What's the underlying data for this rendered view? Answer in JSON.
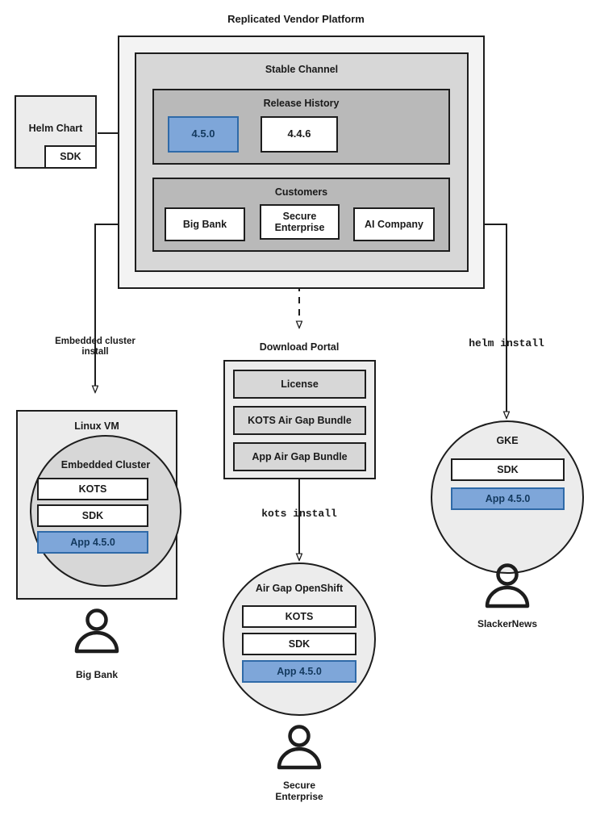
{
  "title": "Replicated Vendor Platform",
  "platform": {
    "stable_channel_label": "Stable Channel",
    "release_history": {
      "label": "Release History",
      "releases": [
        {
          "version": "4.5.0",
          "highlighted": true
        },
        {
          "version": "4.4.6",
          "highlighted": false
        }
      ]
    },
    "customers": {
      "label": "Customers",
      "items": [
        {
          "name": "Big Bank"
        },
        {
          "name": "Secure\nEnterprise"
        },
        {
          "name": "AI Company"
        }
      ]
    }
  },
  "helm_chart": {
    "label": "Helm Chart",
    "sdk_label": "SDK"
  },
  "connectors": {
    "embedded_cluster_install": "Embedded cluster\ninstall",
    "kots_install": "kots install",
    "helm_install": "helm install"
  },
  "download_portal": {
    "label": "Download Portal",
    "artifacts": [
      "License",
      "KOTS Air Gap Bundle",
      "App Air Gap Bundle"
    ]
  },
  "targets": {
    "linux_vm": {
      "label": "Linux VM",
      "cluster_label": "Embedded Cluster",
      "components": [
        {
          "label": "KOTS",
          "highlighted": false
        },
        {
          "label": "SDK",
          "highlighted": false
        },
        {
          "label": "App 4.5.0",
          "highlighted": true
        }
      ],
      "customer": "Big Bank"
    },
    "airgap_openshift": {
      "label": "Air Gap OpenShift",
      "components": [
        {
          "label": "KOTS",
          "highlighted": false
        },
        {
          "label": "SDK",
          "highlighted": false
        },
        {
          "label": "App 4.5.0",
          "highlighted": true
        }
      ],
      "customer": "Secure\nEnterprise"
    },
    "gke": {
      "label": "GKE",
      "components": [
        {
          "label": "SDK",
          "highlighted": false
        },
        {
          "label": "App 4.5.0",
          "highlighted": true
        }
      ],
      "customer": "SlackerNews"
    }
  },
  "colors": {
    "highlight_fill": "#7ea6d9",
    "highlight_border": "#2f6aa8",
    "highlight_text": "#13395e",
    "stroke": "#1d1d1d",
    "level_outer": "#f3f3f3",
    "level_mid": "#d7d7d7",
    "level_inner": "#b9b9b9"
  }
}
